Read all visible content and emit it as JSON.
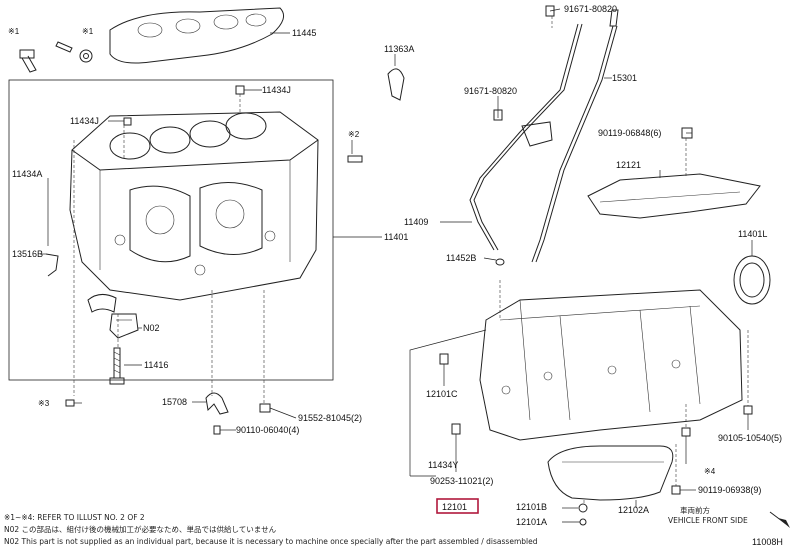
{
  "diagram_id": "11008H",
  "highlighted_part": "12101",
  "labels": {
    "l_91671_80820_top": "91671-80820",
    "l_15301": "15301",
    "l_11445": "11445",
    "l_11363A": "11363A",
    "l_11434J_right": "11434J",
    "l_11434J_left": "11434J",
    "l_x2": "※2",
    "l_11434A": "11434A",
    "l_13516B": "13516B",
    "l_11401": "11401",
    "l_91671_80820_mid": "91671-80820",
    "l_90119_06848": "90119-06848(6)",
    "l_12121": "12121",
    "l_11409": "11409",
    "l_11452B": "11452B",
    "l_11401L": "11401L",
    "l_N02": "N02",
    "l_11416": "11416",
    "l_15708": "15708",
    "l_91552": "91552-81045(2)",
    "l_90110": "90110-06040(4)",
    "l_x1_a": "※1",
    "l_x1_b": "※1",
    "l_x3": "※3",
    "l_12101C": "12101C",
    "l_11434Y": "11434Y",
    "l_90253": "90253-11021(2)",
    "l_12101": "12101",
    "l_12101B": "12101B",
    "l_12101A": "12101A",
    "l_12102A": "12102A",
    "l_90105": "90105-10540(5)",
    "l_x4": "※4",
    "l_90119_06938": "90119-06938(9)"
  },
  "notes": {
    "vehicle_front_jp": "車両前方",
    "vehicle_front_en": "VEHICLE FRONT SIDE",
    "note1": "※1~※4: REFER TO ILLUST NO. 2 OF 2",
    "note2": "N02  この部品は、組付け後の機械加工が必要なため、単品では供給していません",
    "note3": "N02  This part is not supplied as an individual part, because it is necessary to machine once specially after the part assembled / disassembled"
  },
  "colors": {
    "line": "#222222",
    "highlight": "#b0183c",
    "background": "#ffffff"
  }
}
